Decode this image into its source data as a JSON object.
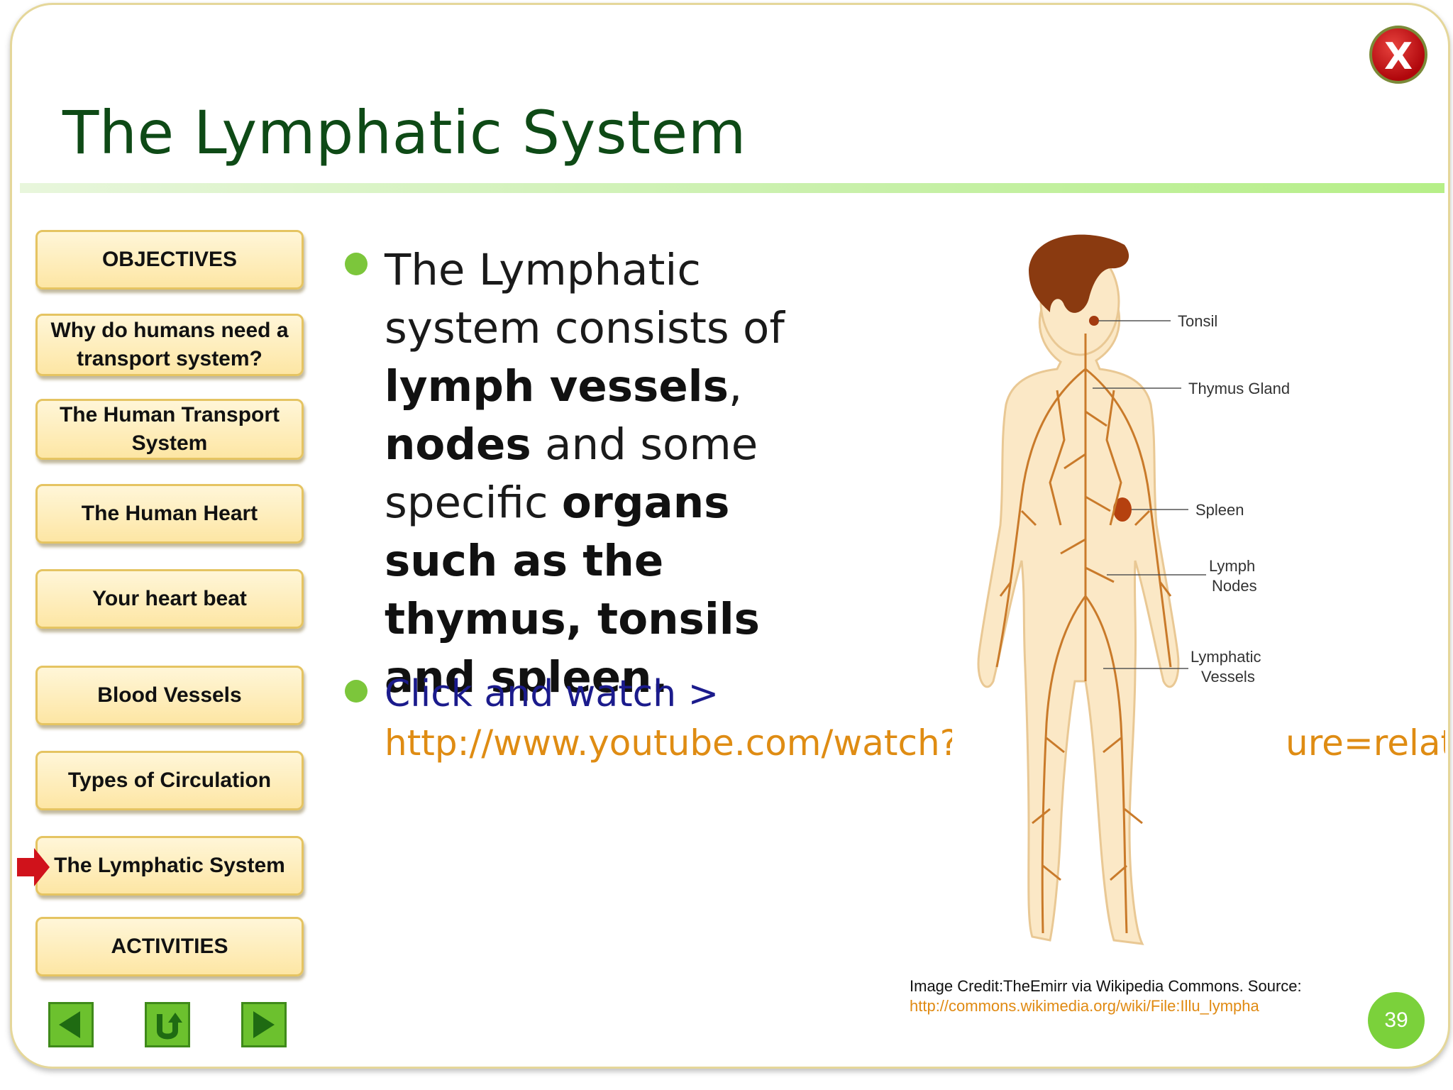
{
  "slide": {
    "title": "The Lymphatic System",
    "page_number": "39",
    "close_label": "X"
  },
  "nav": {
    "items": [
      {
        "label": "OBJECTIVES"
      },
      {
        "label": "Why do humans need a transport system?"
      },
      {
        "label": "The Human Transport System"
      },
      {
        "label": "The Human Heart"
      },
      {
        "label": "Your heart beat"
      },
      {
        "label": "Blood Vessels"
      },
      {
        "label": "Types  of Circulation"
      },
      {
        "label": "The Lymphatic System"
      },
      {
        "label": "ACTIVITIES"
      }
    ],
    "active": "The Lymphatic System"
  },
  "content": {
    "p1_a": "The Lymphatic system consists of ",
    "p1_b": "lymph vessels",
    "p1_c": ", ",
    "p1_d": "nodes",
    "p1_e": " and some specific ",
    "p1_f": "organs such as the thymus, tonsils and spleen.",
    "watch_label": "Click and watch >",
    "url_left": "http://www.youtube.com/watch?v",
    "url_right": "ure=relate"
  },
  "figure": {
    "labels": {
      "tonsil": "Tonsil",
      "thymus": "Thymus Gland",
      "spleen": "Spleen",
      "lymph_nodes_1": "Lymph",
      "lymph_nodes_2": "Nodes",
      "lymphatic_vessels_1": "Lymphatic",
      "lymphatic_vessels_2": "Vessels"
    }
  },
  "credit": {
    "text": "Image Credit:TheEmirr via Wikipedia Commons. Source:",
    "link": "http://commons.wikimedia.org/wiki/File:Illu_lympha"
  },
  "controls": {
    "back_icon": "back-arrow-icon",
    "return_icon": "return-icon",
    "next_icon": "next-arrow-icon"
  },
  "colors": {
    "title": "#0e4a16",
    "accent_green": "#7cc63b",
    "link_orange": "#df8c13",
    "link_blue": "#1b1b8c",
    "nav_fill": "#fde6a4"
  }
}
